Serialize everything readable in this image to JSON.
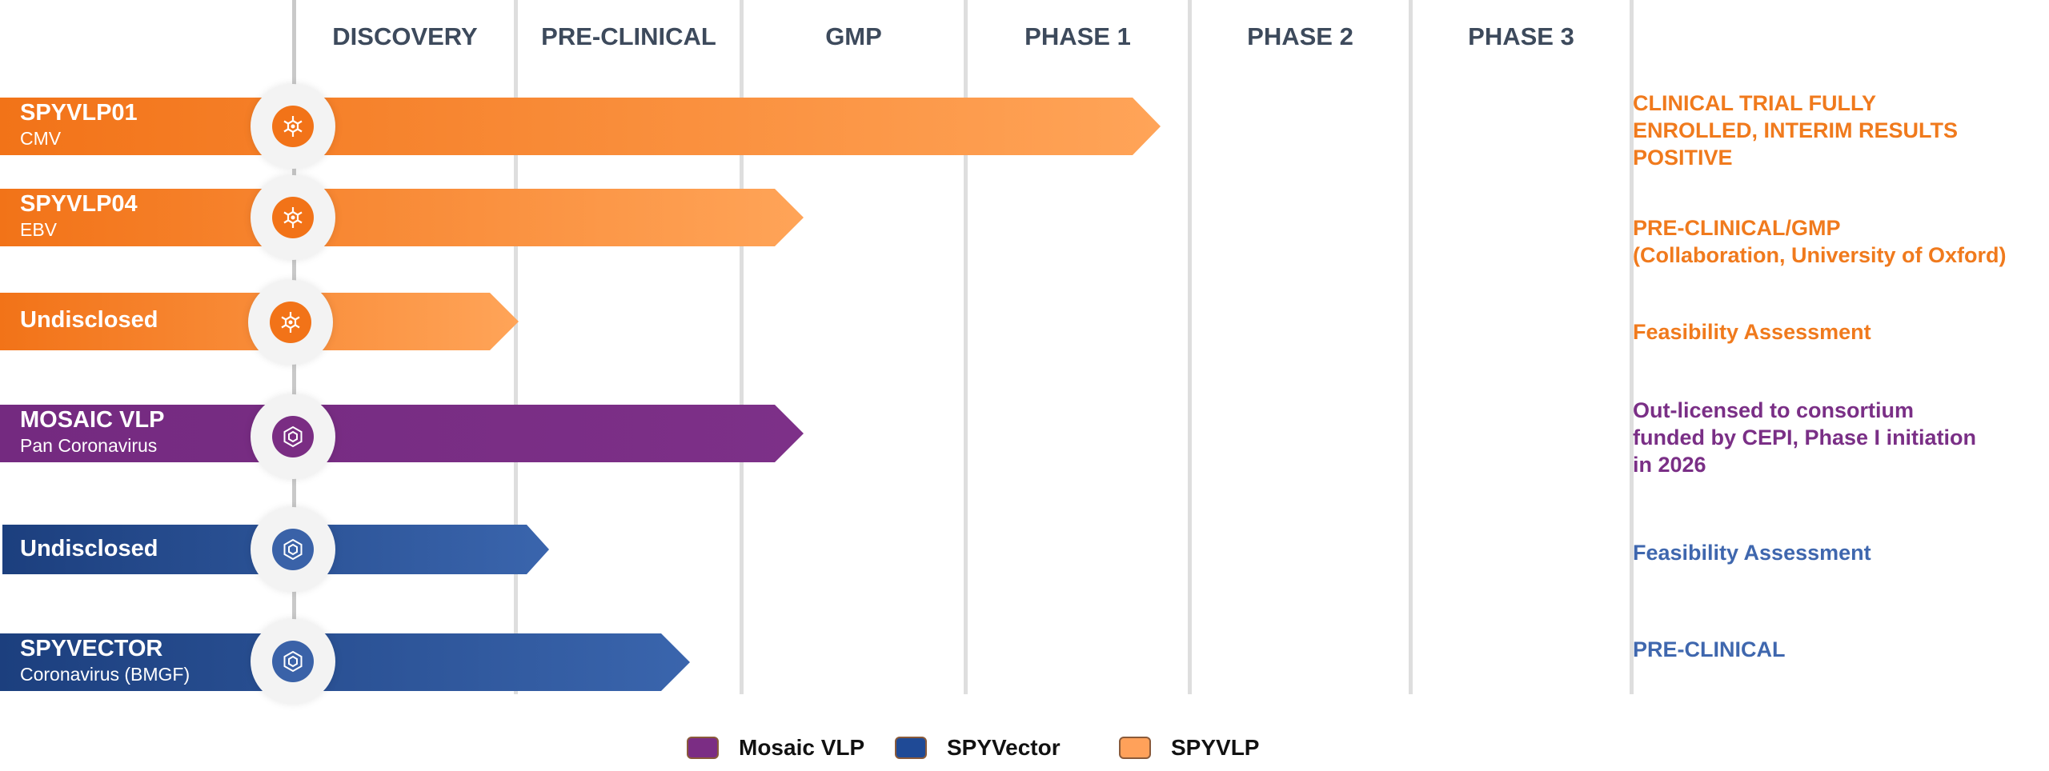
{
  "stages": [
    "DISCOVERY",
    "PRE-CLINICAL",
    "GMP",
    "PHASE 1",
    "PHASE 2",
    "PHASE 3"
  ],
  "programs": [
    {
      "name": "SPYVLP01",
      "subtitle": "CMV",
      "platform": "SPYVLP",
      "icon": "virus-icon",
      "status": [
        "CLINICAL TRIAL FULLY",
        "ENROLLED, INTERIM RESULTS",
        "POSITIVE"
      ]
    },
    {
      "name": "SPYVLP04",
      "subtitle": "EBV",
      "platform": "SPYVLP",
      "icon": "virus-icon",
      "status": [
        "PRE-CLINICAL/GMP",
        "(Collaboration, University of Oxford)"
      ]
    },
    {
      "name": "Undisclosed",
      "subtitle": "",
      "platform": "SPYVLP",
      "icon": "virus-icon",
      "status": [
        "Feasibility Assessment"
      ]
    },
    {
      "name": "MOSAIC VLP",
      "subtitle": "Pan Coronavirus",
      "platform": "Mosaic VLP",
      "icon": "hexagon-icon",
      "status": [
        "Out-licensed to consortium",
        "funded by CEPI, Phase I initiation",
        "in 2026"
      ]
    },
    {
      "name": "Undisclosed",
      "subtitle": "",
      "platform": "SPYVector",
      "icon": "hexagon-icon",
      "status": [
        "Feasibility Assessment"
      ]
    },
    {
      "name": "SPYVECTOR",
      "subtitle": "Coronavirus (BMGF)",
      "platform": "SPYVector",
      "icon": "hexagon-icon",
      "status": [
        "PRE-CLINICAL"
      ]
    }
  ],
  "legend": [
    {
      "label": "Mosaic VLP",
      "color": "#7b2d84"
    },
    {
      "label": "SPYVector",
      "color": "#1f4a96"
    },
    {
      "label": "SPYVLP",
      "color": "#ffa15a"
    }
  ],
  "colors": {
    "spyvlp_start": "#f27318",
    "spyvlp_end": "#ffa458",
    "mosaic": "#7a2d83",
    "vector_start": "#1c3f7e",
    "vector_end": "#3a65ad",
    "header_text": "#3d4a5c"
  }
}
